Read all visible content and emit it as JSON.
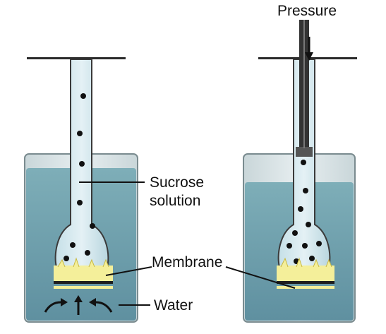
{
  "labels": {
    "pressure": "Pressure",
    "sucrose_line1": "Sucrose",
    "sucrose_line2": "solution",
    "membrane": "Membrane",
    "water": "Water"
  },
  "colors": {
    "water": "#6e9faa",
    "water_deep": "#5b8c98",
    "beaker_glass": "#dbe6e8",
    "tube_fluid": "#a8cdd8",
    "membrane_band": "#f4ef9a",
    "membrane_line": "#1e1e1e",
    "particle": "#111111",
    "piston": "#333333"
  }
}
